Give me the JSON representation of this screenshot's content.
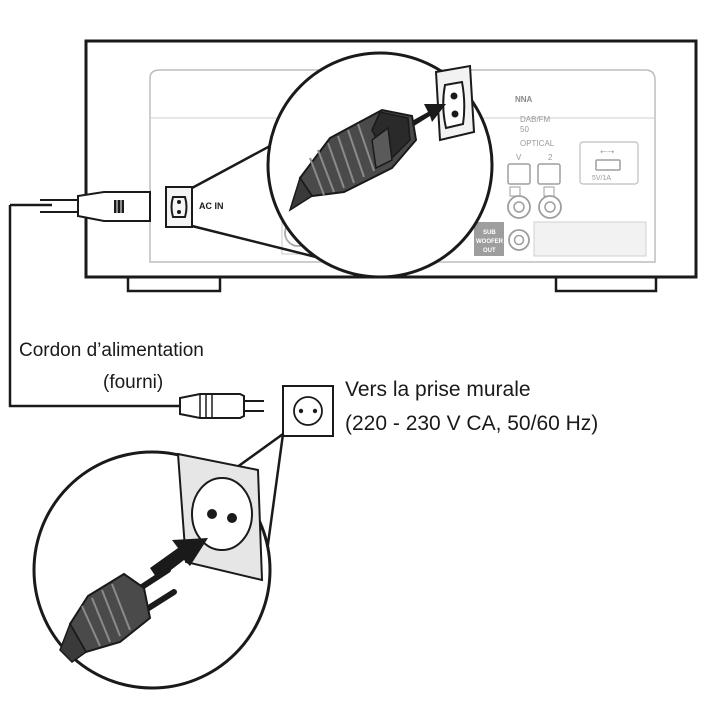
{
  "device": {
    "ac_in_label": "AC IN",
    "antenna_label": "NNA",
    "dab_fm_label": "DAB/FM",
    "dab_fm_sub": "50",
    "optical_label": "OPTICAL",
    "optical_1": "V",
    "optical_2": "2",
    "usb_label": "5V/1A",
    "subwoofer_label_1": "SUB",
    "subwoofer_label_2": "WOOFER",
    "subwoofer_label_3": "OUT"
  },
  "labels": {
    "cord_line1": "Cordon d’alimentation",
    "cord_line2": "(fourni)",
    "wall_line1": "Vers la prise murale",
    "wall_line2": "(220 - 230 V CA, 50/60 Hz)"
  },
  "colors": {
    "line": "#1a1a1a",
    "device_panel": "#9e9e9e",
    "plug_body": "#3a3a3a",
    "plug_grip": "#6a6a6a",
    "arrow": "#1a1a1a"
  }
}
